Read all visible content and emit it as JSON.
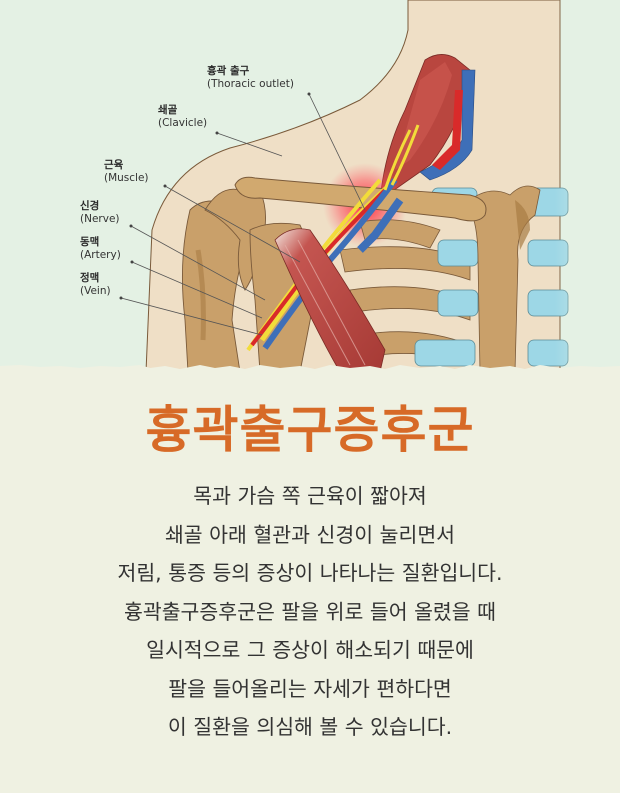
{
  "illustration": {
    "alt": "Shoulder anatomy illustration showing the thoracic outlet",
    "labels": [
      {
        "ko": "흉곽 출구",
        "en": "(Thoracic outlet)"
      },
      {
        "ko": "쇄골",
        "en": "(Clavicle)"
      },
      {
        "ko": "근육",
        "en": "(Muscle)"
      },
      {
        "ko": "신경",
        "en": "(Nerve)"
      },
      {
        "ko": "동맥",
        "en": "(Artery)"
      },
      {
        "ko": "정맥",
        "en": "(Vein)"
      }
    ],
    "colors": {
      "background": "#e4f1e4",
      "skin": "#efdcc2",
      "bone": "#c9a06a",
      "bone_dark": "#a87c45",
      "muscle": "#b9463f",
      "nerve": "#f2dc3a",
      "artery": "#d92a2a",
      "vein": "#3e6fb8",
      "cartilage": "#9dd7e6",
      "compression_glow": "#ff2a3a"
    }
  },
  "title": "흉곽출구증후군",
  "title_color": "#d76a27",
  "body_lines": [
    "목과 가슴 쪽 근육이 짧아져",
    "쇄골 아래 혈관과 신경이 눌리면서",
    "저림, 통증 등의 증상이 나타나는 질환입니다.",
    "흉곽출구증후군은 팔을 위로 들어 올렸을 때",
    "일시적으로 그 증상이 해소되기 때문에",
    "팔을 들어올리는 자세가 편하다면",
    "이 질환을 의심해 볼 수 있습니다."
  ],
  "page_background": "#eff1e2",
  "text_color": "#333333"
}
